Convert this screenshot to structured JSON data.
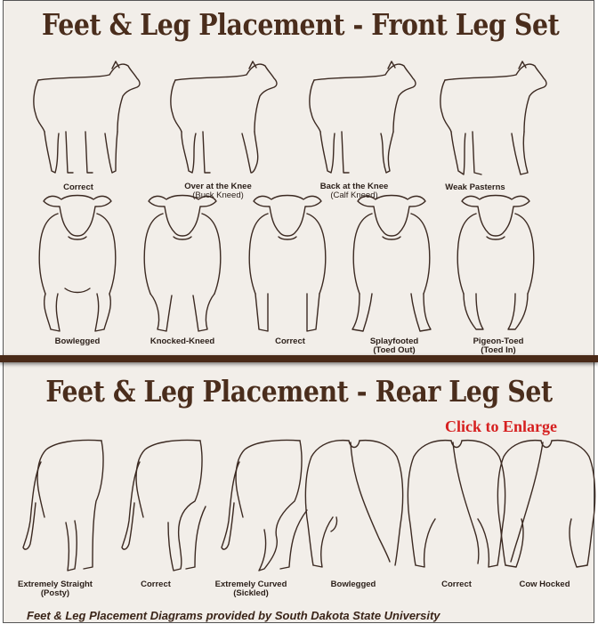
{
  "front_title": "Feet & Leg Placement - Front Leg Set",
  "rear_title": "Feet & Leg Placement - Rear Leg Set",
  "enlarge_link": "Click to Enlarge",
  "front_side": [
    {
      "label": "Correct",
      "sub": ""
    },
    {
      "label": "Over at the Knee",
      "sub": "(Buck Kneed)"
    },
    {
      "label": "Back at the Knee",
      "sub": "(Calf Kneed)"
    },
    {
      "label": "Weak Pasterns",
      "sub": ""
    }
  ],
  "front_view": [
    {
      "label": "Bowlegged",
      "sub": ""
    },
    {
      "label": "Knocked-Kneed",
      "sub": ""
    },
    {
      "label": "Correct",
      "sub": ""
    },
    {
      "label": "Splayfooted",
      "sub": "(Toed Out)"
    },
    {
      "label": "Pigeon-Toed",
      "sub": "(Toed In)"
    }
  ],
  "rear": [
    {
      "label": "Extremely Straight",
      "sub": "(Posty)"
    },
    {
      "label": "Correct",
      "sub": ""
    },
    {
      "label": "Extremely Curved",
      "sub": "(Sickled)"
    },
    {
      "label": "Bowlegged",
      "sub": ""
    },
    {
      "label": "Correct",
      "sub": ""
    },
    {
      "label": "Cow Hocked",
      "sub": ""
    }
  ],
  "footer": "Feet & Leg Placement Diagrams provided by South Dakota State University"
}
